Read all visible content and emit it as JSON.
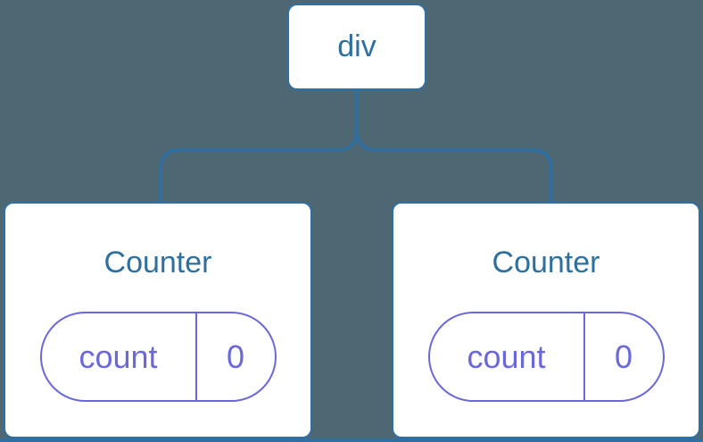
{
  "diagram": {
    "root": {
      "label": "div"
    },
    "children": [
      {
        "label": "Counter",
        "state": {
          "key": "count",
          "value": "0"
        }
      },
      {
        "label": "Counter",
        "state": {
          "key": "count",
          "value": "0"
        }
      }
    ]
  },
  "colors": {
    "background": "#4d6773",
    "node_background": "#ffffff",
    "tree_blue": "#2f6fa1",
    "node_text_blue": "#2d6f9f",
    "state_purple": "#6a68da"
  }
}
